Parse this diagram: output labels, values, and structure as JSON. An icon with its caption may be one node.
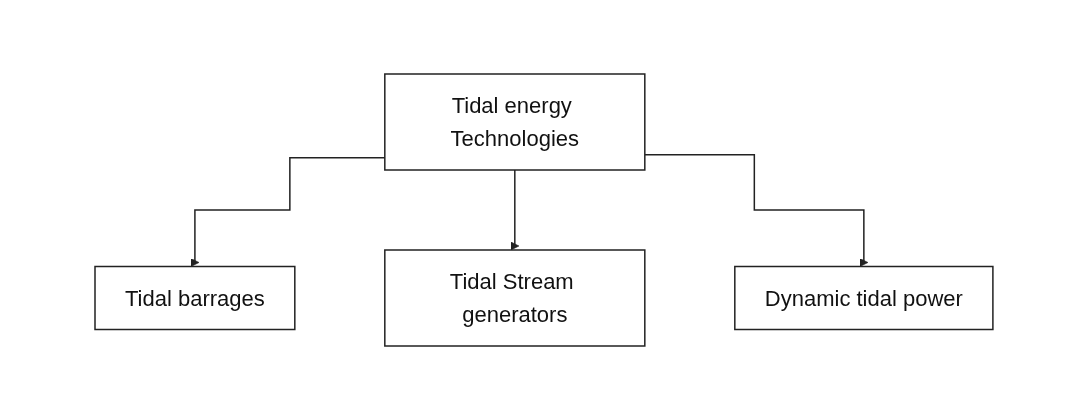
{
  "diagram": {
    "nodes": [
      {
        "text": [
          "Tidal energy Technologies"
        ]
      },
      {
        "text": [
          "Tidal barrages"
        ]
      },
      {
        "text": [
          "Tidal Stream generators"
        ]
      },
      {
        "text": [
          "Dynamic tidal power"
        ]
      }
    ],
    "edges": [
      {
        "from": 0,
        "to": 1,
        "arrow": "to"
      },
      {
        "from": 0,
        "to": 2,
        "arrow": "to"
      },
      {
        "from": 0,
        "to": 3,
        "arrow": "to"
      }
    ]
  }
}
